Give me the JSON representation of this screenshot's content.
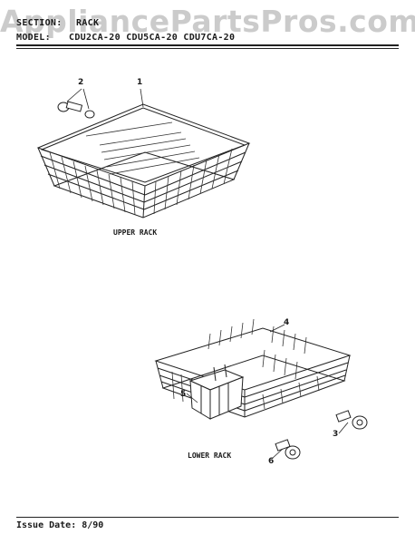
{
  "watermark": "AppliancePartsPros.com",
  "header": {
    "section_label": "SECTION:",
    "section_value": "RACK",
    "model_label": "MODEL:",
    "models": "CDU2CA-20  CDU5CA-20  CDU7CA-20"
  },
  "footer": {
    "issue_date": "Issue Date: 8/90"
  },
  "upper_rack": {
    "caption": "UPPER RACK",
    "callouts": [
      "1",
      "2"
    ]
  },
  "lower_rack": {
    "caption": "LOWER RACK",
    "callouts": [
      "3",
      "4",
      "5",
      "6"
    ]
  }
}
